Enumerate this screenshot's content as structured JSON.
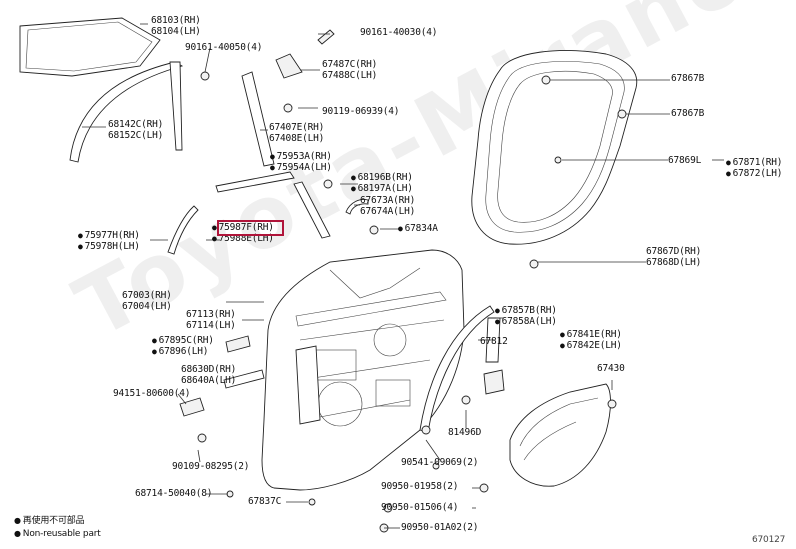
{
  "watermark": "Toyota-Mirano.ru",
  "diagram_code": "670127",
  "legend": [
    {
      "symbol": "dot",
      "text": "再使用不可部品"
    },
    {
      "symbol": "dot",
      "text": "Non-reusable part"
    }
  ],
  "labels": {
    "l68103": "68103(RH)",
    "l68104": "68104(LH)",
    "l90161_40050": "90161-40050(4)",
    "l90161_40030": "90161-40030(4)",
    "l67487c": "67487C(RH)",
    "l67488c": "67488C(LH)",
    "l90119": "90119-06939(4)",
    "l68142c": "68142C(RH)",
    "l68152c": "68152C(LH)",
    "l67407e": "67407E(RH)",
    "l67408e": "67408E(LH)",
    "l75953a": "75953A(RH)",
    "l75954a": "75954A(LH)",
    "l68196b": "68196B(RH)",
    "l68197a": "68197A(LH)",
    "l67673a": "67673A(RH)",
    "l67674a": "67674A(LH)",
    "l75987f": "75987F(RH)",
    "l75988e": "75988E(LH)",
    "l75977h": "75977H(RH)",
    "l75978h": "75978H(LH)",
    "l67834a": "67834A",
    "l67867b_1": "67867B",
    "l67867b_2": "67867B",
    "l67869l": "67869L",
    "l67871": "67871(RH)",
    "l67872": "67872(LH)",
    "l67867d": "67867D(RH)",
    "l67868d": "67868D(LH)",
    "l67003": "67003(RH)",
    "l67004": "67004(LH)",
    "l67113": "67113(RH)",
    "l67114": "67114(LH)",
    "l67857b": "67857B(RH)",
    "l67858a": "67858A(LH)",
    "l67812": "67812",
    "l67841e": "67841E(RH)",
    "l67842e": "67842E(LH)",
    "l67430": "67430",
    "l67895c": "67895C(RH)",
    "l67896": "67896(LH)",
    "l68630d": "68630D(RH)",
    "l68640a": "68640A(LH)",
    "l94151": "94151-80600(4)",
    "l81496d": "81496D",
    "l90109": "90109-08295(2)",
    "l90541": "90541-09069(2)",
    "l68714": "68714-50040(8)",
    "l90950_01958": "90950-01958(2)",
    "l90950_01506": "90950-01506(4)",
    "l67837c": "67837C",
    "l90950_01a02": "90950-01A02(2)"
  },
  "nonreusable": [
    "l75953a",
    "l75954a",
    "l68196b",
    "l68197a",
    "l75987f",
    "l75988e",
    "l75977h",
    "l75978h",
    "l67834a",
    "l67871",
    "l67872",
    "l67857b",
    "l67858a",
    "l67841e",
    "l67842e",
    "l67895c",
    "l67896"
  ],
  "highlight": "l75987f"
}
